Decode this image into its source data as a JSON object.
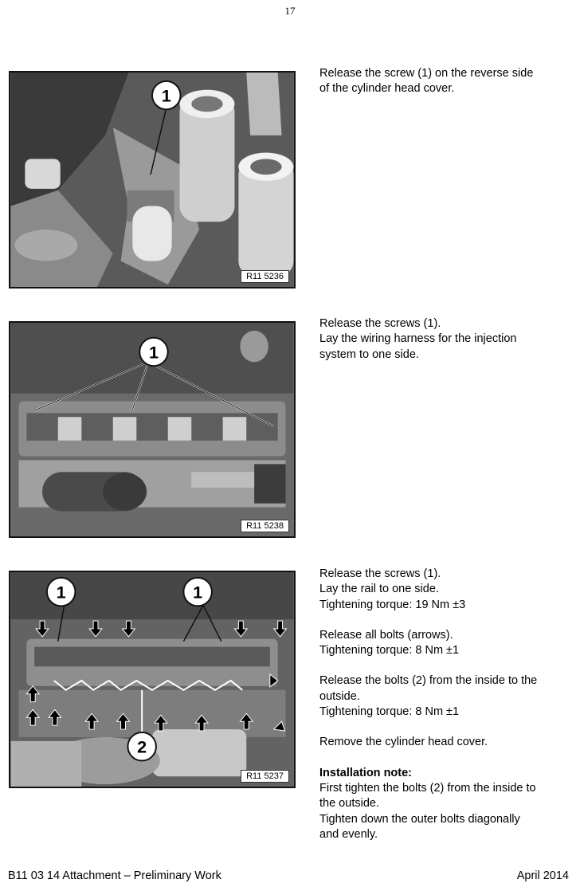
{
  "page_number": "17",
  "steps": [
    {
      "figure_label": "R11 5236",
      "callouts": [
        "1"
      ],
      "lines": [
        "Release the screw (1) on the reverse side",
        "of the cylinder head cover."
      ]
    },
    {
      "figure_label": "R11 5238",
      "callouts": [
        "1"
      ],
      "lines": [
        "Release the screws (1).",
        "Lay the wiring harness for the injection",
        "system to one side."
      ]
    },
    {
      "figure_label": "R11 5237",
      "callouts": [
        "1",
        "1",
        "2"
      ],
      "lines": [
        "Release the screws (1).",
        "Lay the rail to one side.",
        "Tightening torque: 19 Nm ±3",
        "",
        "Release all bolts (arrows).",
        "Tightening torque: 8 Nm ±1",
        "",
        "Release the bolts (2) from the inside to the",
        "outside.",
        "Tightening torque: 8 Nm ±1",
        "",
        "Remove the cylinder head cover.",
        ""
      ],
      "note_heading": "Installation note:",
      "note_lines": [
        "First tighten the bolts (2) from the inside to",
        "the outside.",
        "Tighten down the outer bolts diagonally",
        "and evenly."
      ]
    }
  ],
  "footer": {
    "left": "B11 03 14 Attachment – Preliminary Work",
    "right": "April 2014"
  }
}
